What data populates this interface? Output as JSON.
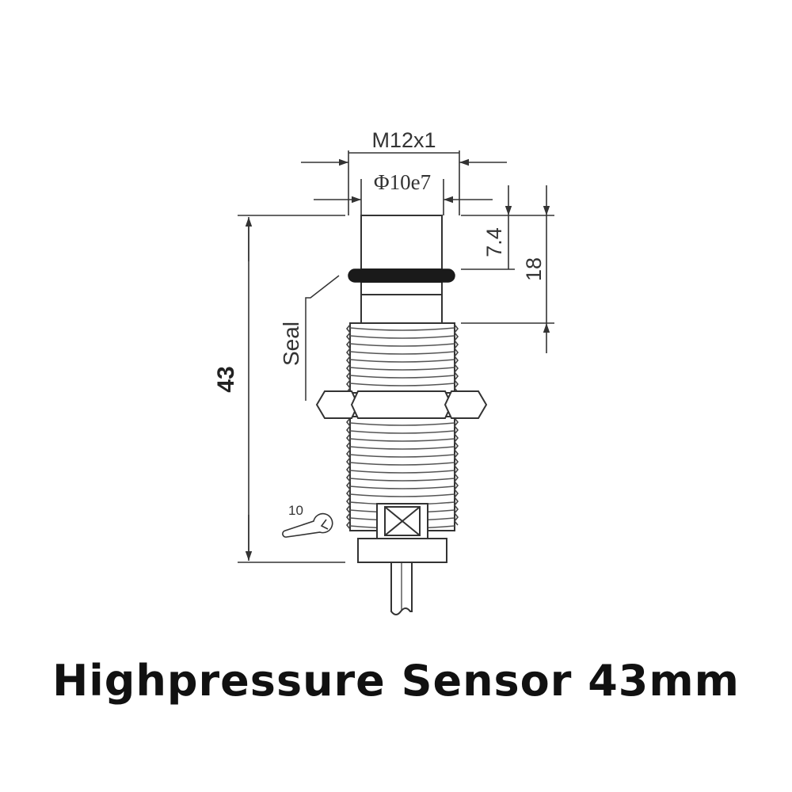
{
  "diagram": {
    "labels": {
      "thread": "M12x1",
      "diameter": "Φ10e7",
      "dim_tip": "7.4",
      "dim_upper": "18",
      "dim_total": "43",
      "seal": "Seal",
      "wrench_size": "10"
    },
    "colors": {
      "line": "#333333",
      "oring": "#1a1a1a",
      "caption": "#111111"
    },
    "icons": [
      "wrench-icon"
    ]
  },
  "caption": {
    "title": "Highpressure Sensor 43mm"
  }
}
